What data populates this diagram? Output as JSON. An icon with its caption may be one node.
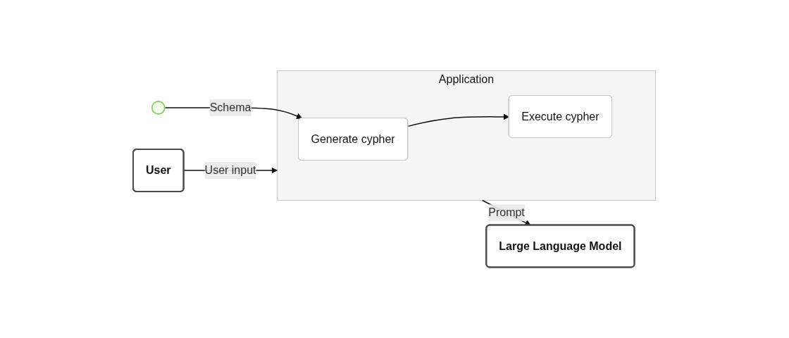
{
  "diagram": {
    "nodes": [
      {
        "text": [
          "User"
        ]
      },
      {
        "text": [
          "Application"
        ]
      },
      {
        "text": [
          "Generate cypher"
        ],
        "in": 1
      },
      {
        "text": [
          "Execute cypher"
        ],
        "in": 1
      },
      {
        "text": [
          "Large Language Model"
        ]
      },
      {
        "text": [],
        "shape": "circle"
      }
    ],
    "edges": [
      {
        "from": 0,
        "to": 1,
        "arrow": "to",
        "label": "User input"
      },
      {
        "from": 1,
        "to": 4,
        "arrow": "to",
        "label": "Prompt"
      },
      {
        "from": 2,
        "to": 3,
        "arrow": "to"
      },
      {
        "from": 5,
        "to": 2,
        "arrow": "to",
        "label": "Schema"
      }
    ]
  }
}
